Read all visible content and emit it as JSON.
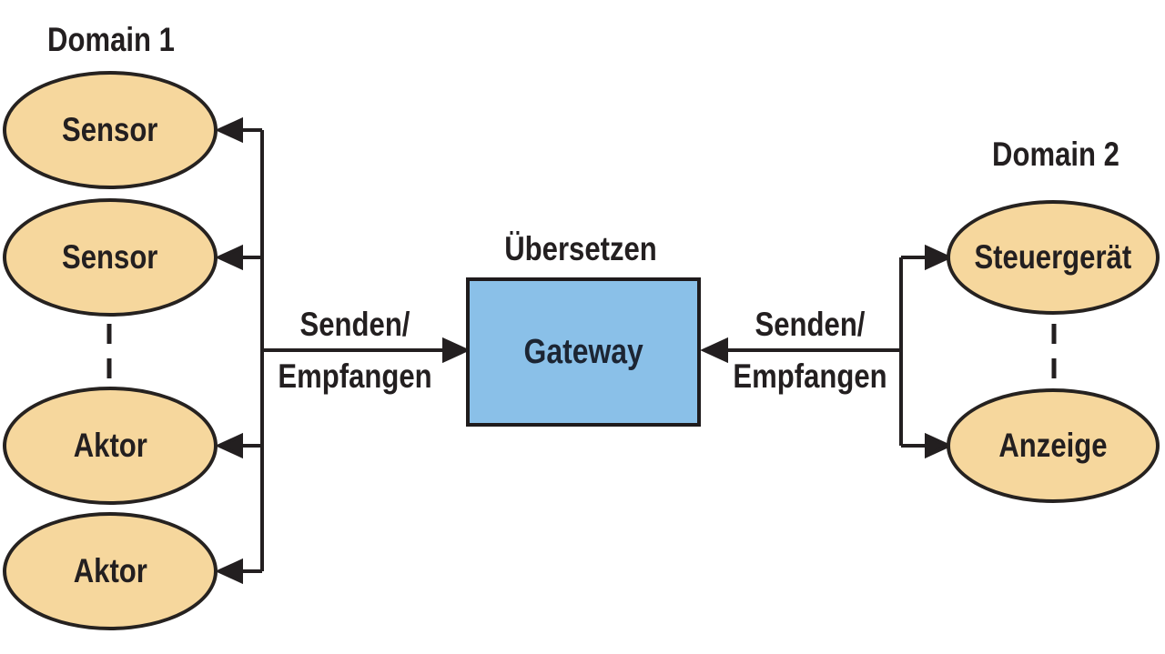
{
  "diagram": {
    "title_left": "Domain 1",
    "title_right": "Domain 2",
    "colors": {
      "node_fill": "#f6d79d",
      "node_stroke": "#262220",
      "gateway_fill": "#8ac0e8",
      "gateway_text": "#1c2533",
      "line": "#231f20",
      "text": "#231f20",
      "background": "#ffffff"
    },
    "domain1": {
      "label": "Domain 1",
      "nodes": [
        "Sensor",
        "Sensor",
        "Aktor",
        "Aktor"
      ]
    },
    "domain2": {
      "label": "Domain 2",
      "nodes": [
        "Steuergerät",
        "Anzeige"
      ]
    },
    "gateway": {
      "title": "Übersetzen",
      "label": "Gateway"
    },
    "left_link": {
      "line1": "Senden/",
      "line2": "Empfangen"
    },
    "right_link": {
      "line1": "Senden/",
      "line2": "Empfangen"
    }
  }
}
